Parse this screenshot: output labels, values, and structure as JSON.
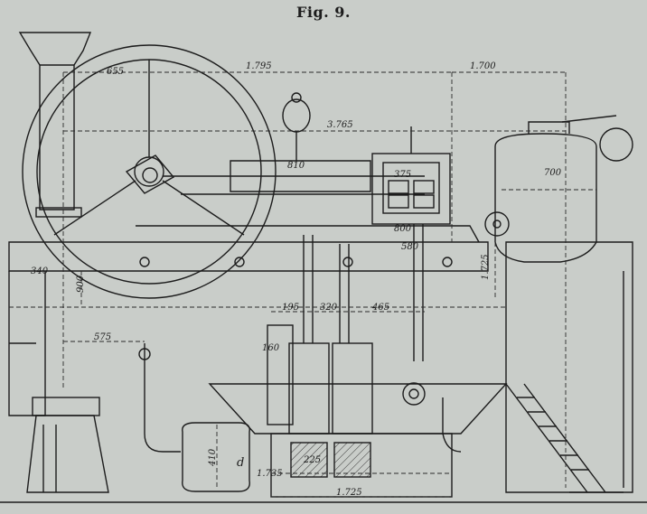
{
  "figure": {
    "title": "Fig. 9.",
    "dimensions": [
      "655",
      "1.795",
      "1.700",
      "3.765",
      "810",
      "375",
      "700",
      "800",
      "580",
      "340",
      "900",
      "1.725",
      "195",
      "320",
      "465",
      "575",
      "160",
      "410",
      "d",
      "1.735",
      "225",
      "1.725"
    ]
  }
}
